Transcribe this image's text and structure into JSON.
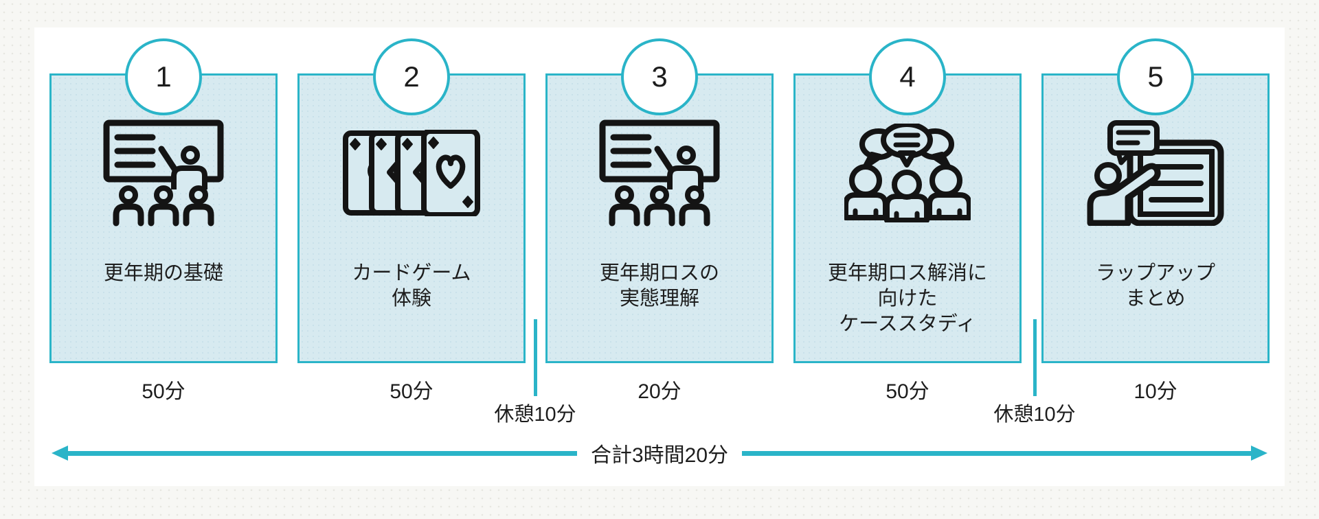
{
  "diagram": {
    "steps": [
      {
        "number": "1",
        "title": "更年期の基礎",
        "duration": "50分",
        "icon": "presentation-icon"
      },
      {
        "number": "2",
        "title": "カードゲーム\n体験",
        "duration": "50分",
        "icon": "playing-cards-icon"
      },
      {
        "number": "3",
        "title": "更年期ロスの\n実態理解",
        "duration": "20分",
        "icon": "presentation-icon"
      },
      {
        "number": "4",
        "title": "更年期ロス解消に\n向けた\nケーススタディ",
        "duration": "50分",
        "icon": "group-discussion-icon"
      },
      {
        "number": "5",
        "title": "ラップアップ\nまとめ",
        "duration": "10分",
        "icon": "wrapup-presentation-icon"
      }
    ],
    "breaks": [
      {
        "label": "休憩10分"
      },
      {
        "label": "休憩10分"
      }
    ],
    "total_label": "合計3時間20分",
    "colors": {
      "accent_teal": "#2ab4c8",
      "card_fill": "#d7eaf0",
      "icon_black": "#141414",
      "text": "#1d1d1d"
    }
  }
}
